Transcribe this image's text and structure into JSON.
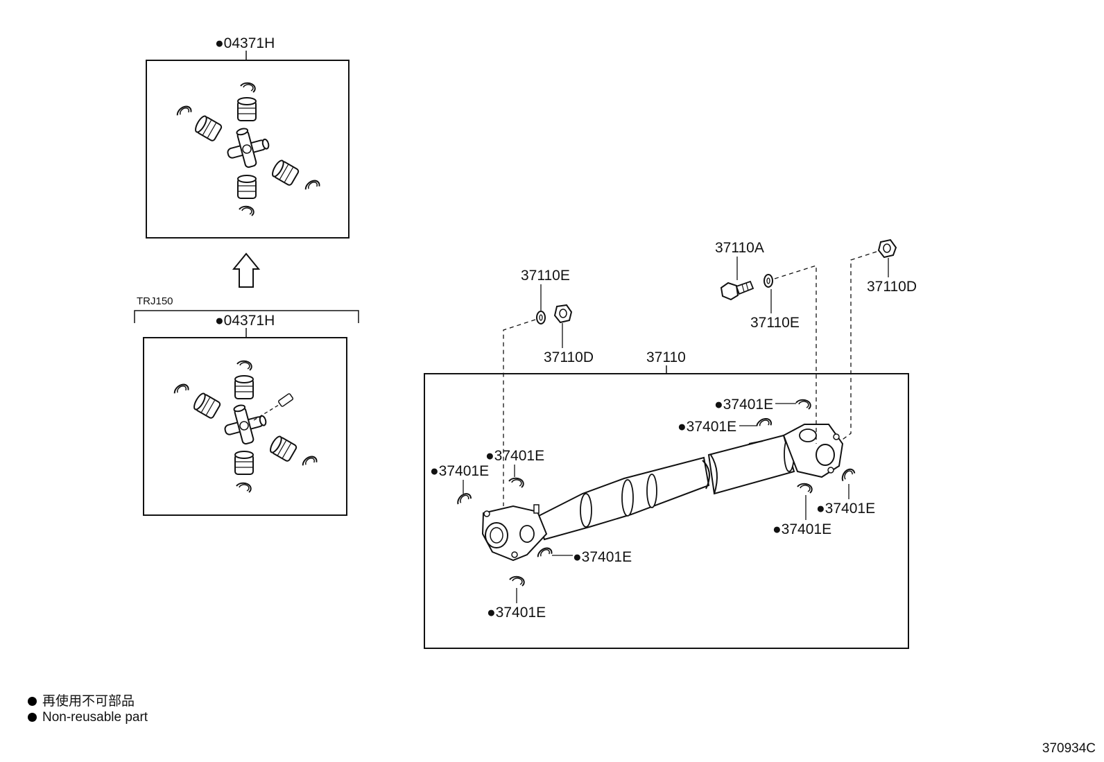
{
  "labels": {
    "top_box_part": "●04371H",
    "bottom_box_part": "●04371H",
    "variant": "TRJ150",
    "assembly": "37110",
    "bolt": "37110A",
    "nut_left": "37110D",
    "nut_right": "37110D",
    "washer_left": "37110E",
    "washer_right": "37110E",
    "snap_ring_part": "●37401E"
  },
  "legend": [
    {
      "text": "再使用不可部品"
    },
    {
      "text": "Non-reusable part"
    }
  ],
  "diagram_code": "370934C"
}
